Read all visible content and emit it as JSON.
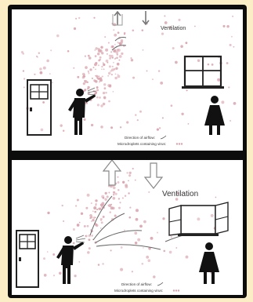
{
  "panels": [
    {
      "ventilation_label": "Ventilation",
      "legend": {
        "airflow_label": "Direction of airflow:",
        "droplets_label": "Microdroplets containing virus:"
      }
    },
    {
      "ventilation_label": "Ventilation",
      "legend": {
        "airflow_label": "Direction of airflow:",
        "droplets_label": "Microdroplets containing virus:"
      }
    }
  ],
  "colors": {
    "droplet": "#d9a3ad",
    "figure": "#111111",
    "page_background": "#fbeec7",
    "frame": "#0c0c0c"
  },
  "icons": [
    "door-icon",
    "window-icon",
    "open-window-icon",
    "person-speaking-icon",
    "person-listening-icon",
    "airflow-arrow-icon"
  ]
}
